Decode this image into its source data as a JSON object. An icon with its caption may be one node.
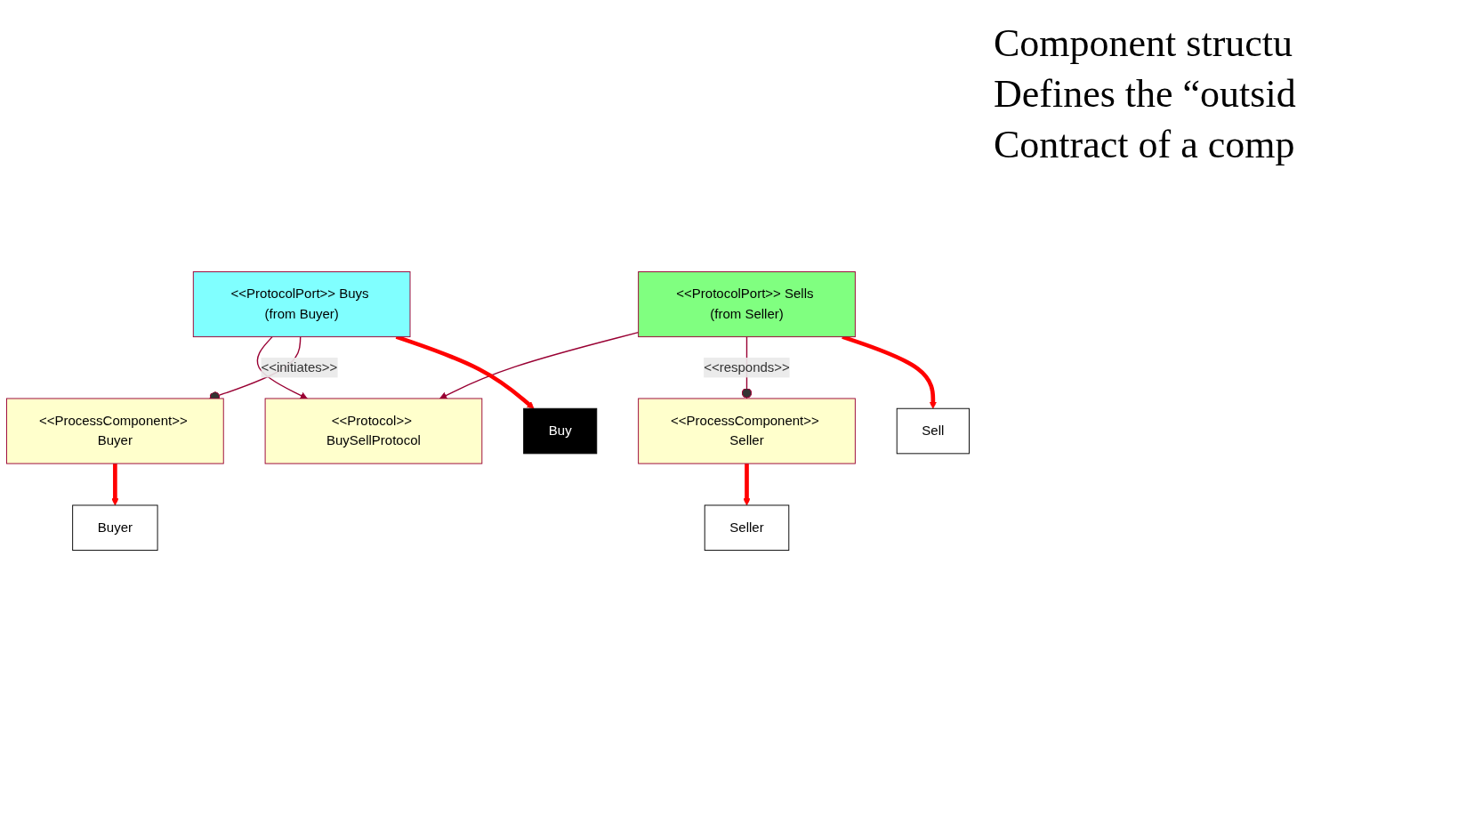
{
  "diagram": {
    "nodes": [
      {
        "text": [
          "<<Protocol>> BuySellProtocol"
        ]
      },
      {
        "text": [
          "<<ProcessComponent>> Buyer"
        ]
      },
      {
        "text": [
          "<<ProtocolPort>> Buys (from Buyer)"
        ]
      },
      {
        "text": [
          "<<ProtocolPort>> Sells (from Seller)"
        ]
      },
      {
        "text": [
          "<<ProcessComponent>> Seller"
        ]
      },
      {
        "text": [
          "Buyer"
        ]
      },
      {
        "text": [
          "Buy"
        ]
      },
      {
        "text": [
          "Seller"
        ]
      },
      {
        "text": [
          "Sell"
        ]
      }
    ],
    "edges": [
      {
        "from": 2,
        "to": 0,
        "arrow": "to",
        "color": "#990033"
      },
      {
        "from": 3,
        "to": 0,
        "arrow": "to",
        "color": "#990033"
      },
      {
        "from": 1,
        "to": 2,
        "arrow": "other",
        "label": "<<initiates>>",
        "color": "#990033"
      },
      {
        "from": 4,
        "to": 3,
        "arrow": "other",
        "label": "<<responds>>",
        "color": "#990033"
      },
      {
        "from": 1,
        "to": 5,
        "arrow": "to",
        "style": "thick",
        "color": "#ff0000"
      },
      {
        "from": 2,
        "to": 6,
        "arrow": "to",
        "style": "thick",
        "color": "#ff0000"
      },
      {
        "from": 3,
        "to": 8,
        "arrow": "to",
        "style": "thick",
        "color": "#ff0000"
      },
      {
        "from": 4,
        "to": 7,
        "arrow": "to",
        "style": "thick",
        "color": "#ff0000"
      }
    ],
    "labels": [
      "Component structu",
      "Defines the “outsid",
      "Contract of a comp"
    ]
  }
}
